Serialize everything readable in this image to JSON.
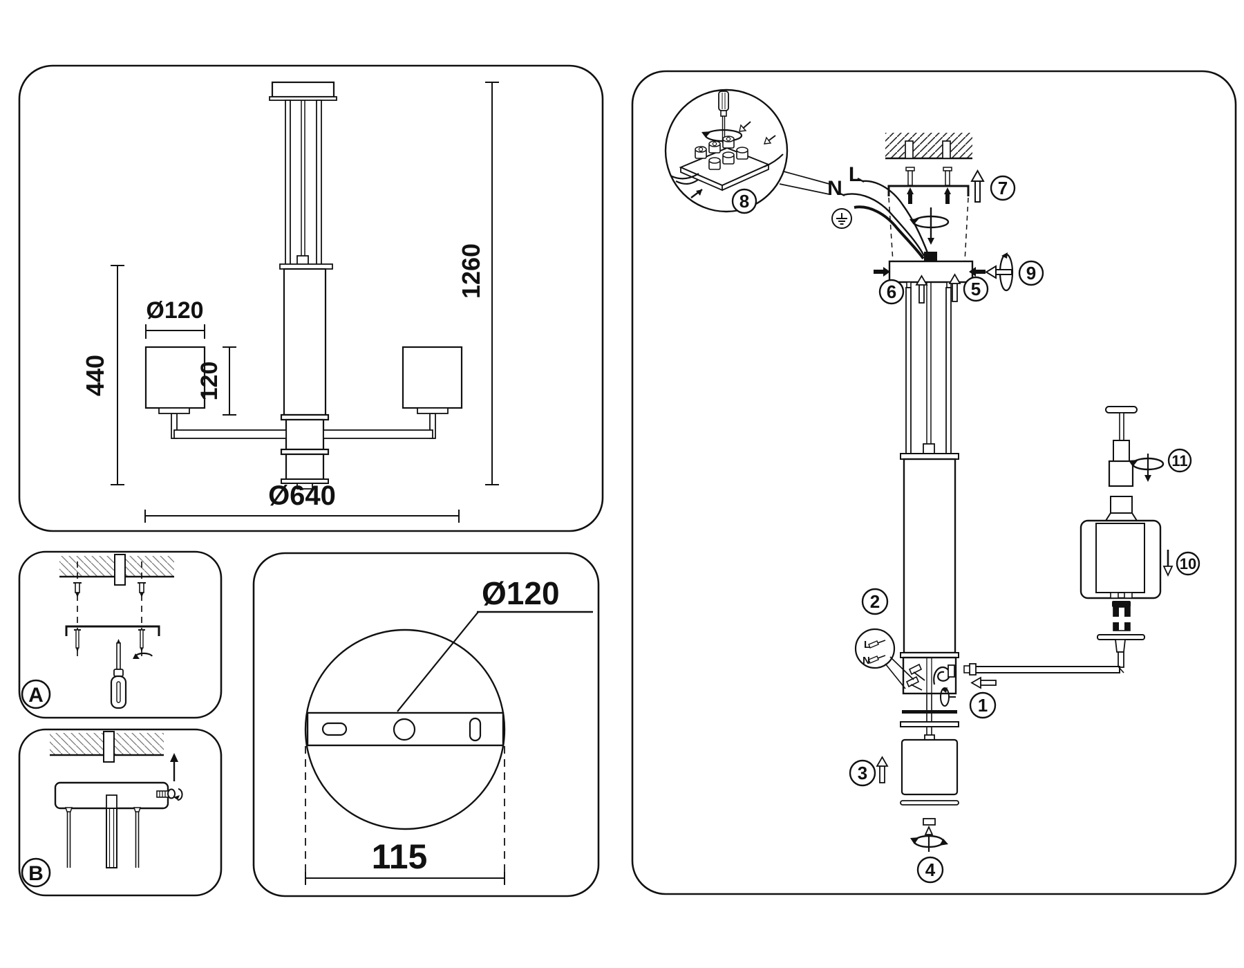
{
  "colors": {
    "line": "#111111",
    "background": "#ffffff",
    "hatch_gray": "#666666"
  },
  "overall_drawing": {
    "shade_diameter": "Ø120",
    "fixture_height": "440",
    "shade_height": "120",
    "total_height": "1260",
    "total_diameter": "Ø640"
  },
  "mounting_steps": {
    "step_a_label": "A",
    "step_b_label": "B"
  },
  "canopy_detail": {
    "canopy_diameter": "Ø120",
    "hole_spacing": "115"
  },
  "assembly_steps": {
    "s1": "1",
    "s2": "2",
    "s3": "3",
    "s4": "4",
    "s5": "5",
    "s6": "6",
    "s7": "7",
    "s8": "8",
    "s9": "9",
    "s10": "10",
    "s11": "11"
  },
  "wiring": {
    "neutral": "N",
    "live": "L",
    "mini_live": "L",
    "mini_neutral": "N"
  }
}
